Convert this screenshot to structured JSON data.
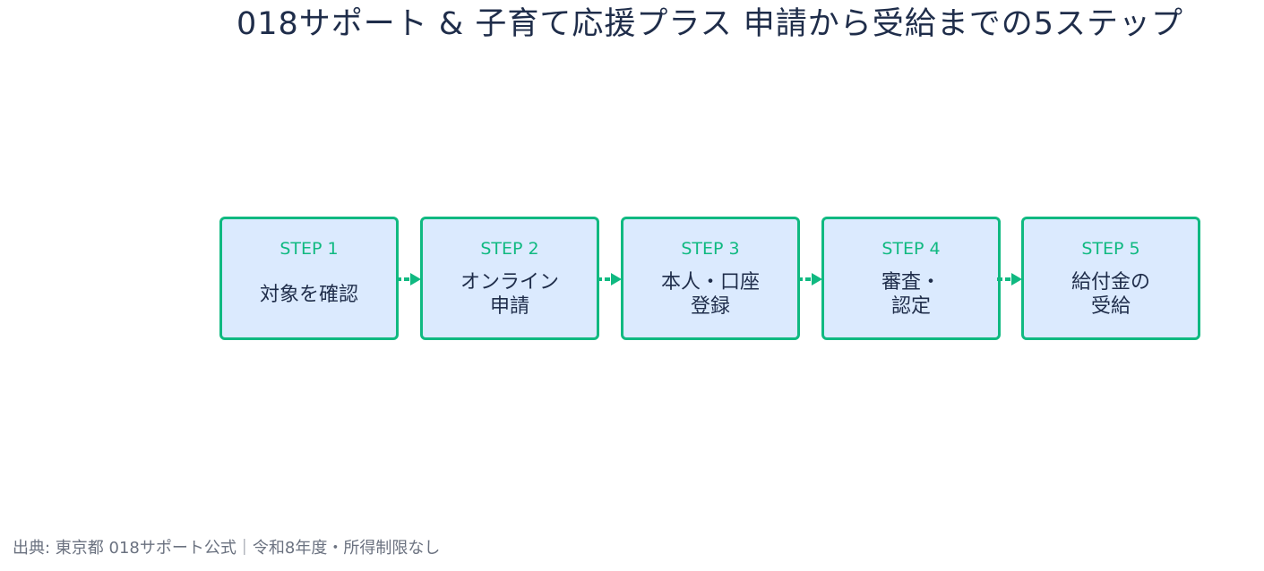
{
  "title": "018サポート & 子育て応援プラス 申請から受給までの5ステップ",
  "steps": [
    {
      "label": "STEP 1",
      "text": "対象を確認"
    },
    {
      "label": "STEP 2",
      "text": "オンライン\n申請"
    },
    {
      "label": "STEP 3",
      "text": "本人・口座\n登録"
    },
    {
      "label": "STEP 4",
      "text": "審査・\n認定"
    },
    {
      "label": "STEP 5",
      "text": "給付金の\n受給"
    }
  ],
  "source": "出典: 東京都 018サポート公式｜令和8年度・所得制限なし",
  "colors": {
    "box_fill": "#dbeafe",
    "box_border": "#10b981",
    "step_label": "#10b981",
    "text": "#1f2d4a",
    "source_text": "#6b7280"
  }
}
